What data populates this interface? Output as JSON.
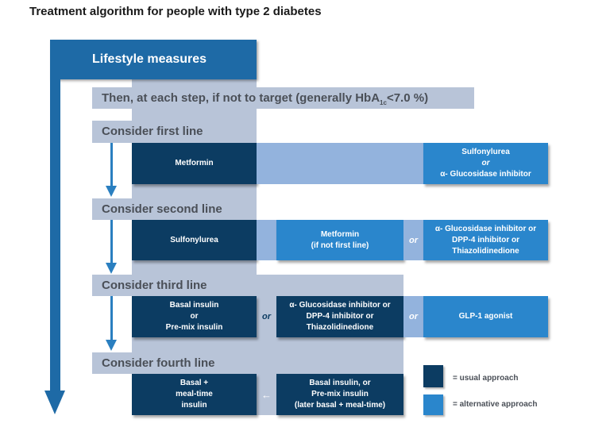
{
  "title": "Treatment algorithm for people with type 2 diabetes",
  "lifestyle": "Lifestyle measures",
  "target": {
    "prefix": "Then, at each step, if not to target (generally HbA",
    "sub": "1c",
    "suffix": "<7.0 %)"
  },
  "lines": {
    "first": {
      "label": "Consider first line",
      "usual": "Metformin",
      "alt": [
        "Sulfonylurea",
        "or",
        "α- Glucosidase inhibitor"
      ]
    },
    "second": {
      "label": "Consider second line",
      "usual": "Sulfonylurea",
      "alt1": [
        "Metformin",
        "(if not first line)"
      ],
      "or": "or",
      "alt2": [
        "α- Glucosidase inhibitor or",
        "DPP-4 inhibitor or",
        "Thiazolidinedione"
      ]
    },
    "third": {
      "label": "Consider third line",
      "usual1": [
        "Basal insulin",
        "or",
        "Pre-mix insulin"
      ],
      "or1": "or",
      "usual2": [
        "α- Glucosidase inhibitor or",
        "DPP-4 inhibitor or",
        "Thiazolidinedione"
      ],
      "or2": "or",
      "alt": "GLP-1 agonist"
    },
    "fourth": {
      "label": "Consider fourth line",
      "usual1": [
        "Basal +",
        "meal-time",
        "insulin"
      ],
      "arrow": "←",
      "usual2": [
        "Basal insulin, or",
        "Pre-mix insulin",
        "(later basal + meal-time)"
      ]
    }
  },
  "legend": {
    "usual": "= usual approach",
    "alt": "= alternative approach"
  },
  "colors": {
    "usual": "#0c3c62",
    "alternative": "#2a86cc",
    "band": "#b8c4d8",
    "lifestyle": "#1e6aa6"
  }
}
